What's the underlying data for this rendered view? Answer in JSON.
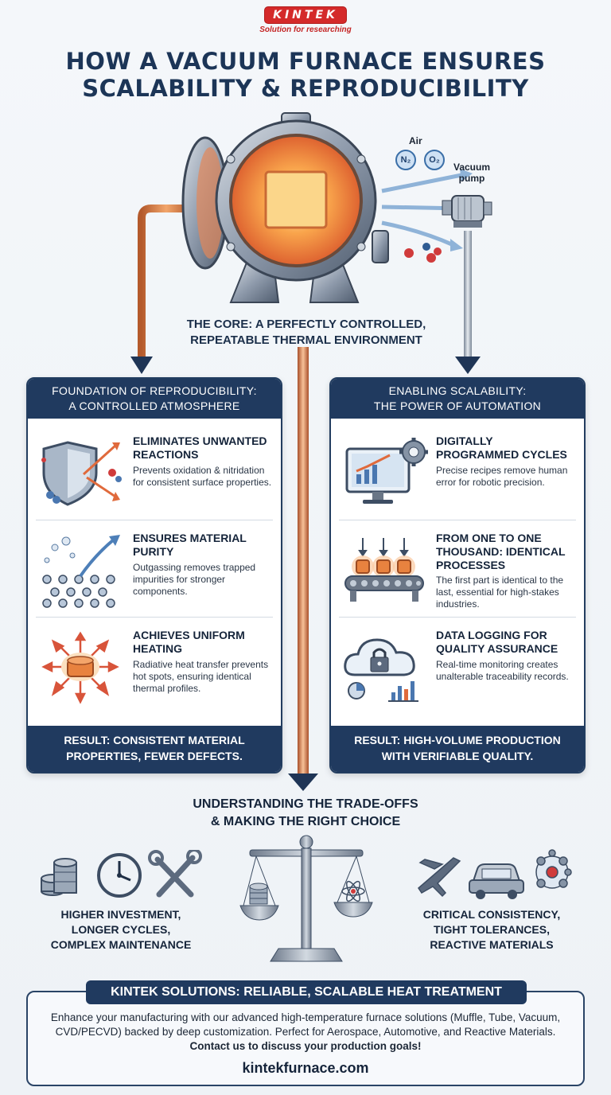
{
  "logo": {
    "brand": "KINTEK",
    "tagline": "Solution for researching"
  },
  "title": {
    "line1": "HOW A VACUUM FURNACE ENSURES",
    "line2": "SCALABILITY & REPRODUCIBILITY"
  },
  "diagram": {
    "air_label": "Air",
    "n2_label": "N₂",
    "o2_label": "O₂",
    "pump_label_1": "Vacuum",
    "pump_label_2": "pump"
  },
  "core": {
    "line1": "THE CORE: A PERFECTLY CONTROLLED,",
    "line2": "REPEATABLE THERMAL ENVIRONMENT"
  },
  "left_panel": {
    "header_line1": "FOUNDATION OF REPRODUCIBILITY:",
    "header_line2": "A CONTROLLED ATMOSPHERE",
    "items": [
      {
        "title": "ELIMINATES UNWANTED REACTIONS",
        "desc": "Prevents oxidation & nitridation for consistent surface properties."
      },
      {
        "title": "ENSURES MATERIAL PURITY",
        "desc": "Outgassing removes trapped impurities for stronger components."
      },
      {
        "title": "ACHIEVES UNIFORM HEATING",
        "desc": "Radiative heat transfer prevents hot spots, ensuring identical thermal profiles."
      }
    ],
    "result_line1": "RESULT: CONSISTENT MATERIAL",
    "result_line2": "PROPERTIES, FEWER DEFECTS."
  },
  "right_panel": {
    "header_line1": "ENABLING SCALABILITY:",
    "header_line2": "THE POWER OF AUTOMATION",
    "items": [
      {
        "title": "DIGITALLY PROGRAMMED CYCLES",
        "desc": "Precise recipes remove human error for robotic precision."
      },
      {
        "title": "FROM ONE TO ONE THOUSAND: IDENTICAL PROCESSES",
        "desc": "The first part is identical to the last, essential for high-stakes industries."
      },
      {
        "title": "DATA LOGGING FOR QUALITY ASSURANCE",
        "desc": "Real-time monitoring creates unalterable traceability records."
      }
    ],
    "result_line1": "RESULT: HIGH-VOLUME PRODUCTION",
    "result_line2": "WITH VERIFIABLE QUALITY."
  },
  "tradeoffs": {
    "title_line1": "UNDERSTANDING THE TRADE-OFFS",
    "title_line2": "& MAKING THE RIGHT CHOICE",
    "left_line1": "HIGHER INVESTMENT,",
    "left_line2": "LONGER CYCLES,",
    "left_line3": "COMPLEX MAINTENANCE",
    "right_line1": "CRITICAL CONSISTENCY,",
    "right_line2": "TIGHT TOLERANCES,",
    "right_line3": "REACTIVE MATERIALS"
  },
  "solutions": {
    "header": "KINTEK SOLUTIONS: RELIABLE, SCALABLE HEAT TREATMENT",
    "body": "Enhance your manufacturing with our advanced high-temperature furnace solutions (Muffle, Tube, Vacuum, CVD/PECVD) backed by deep customization. Perfect for Aerospace, Automotive, and Reactive Materials.",
    "cta": "Contact us to discuss your production goals!",
    "url": "kintekfurnace.com"
  },
  "colors": {
    "navy": "#203a5f",
    "accent_red": "#d42a2a",
    "heat_orange": "#f08a3c"
  }
}
